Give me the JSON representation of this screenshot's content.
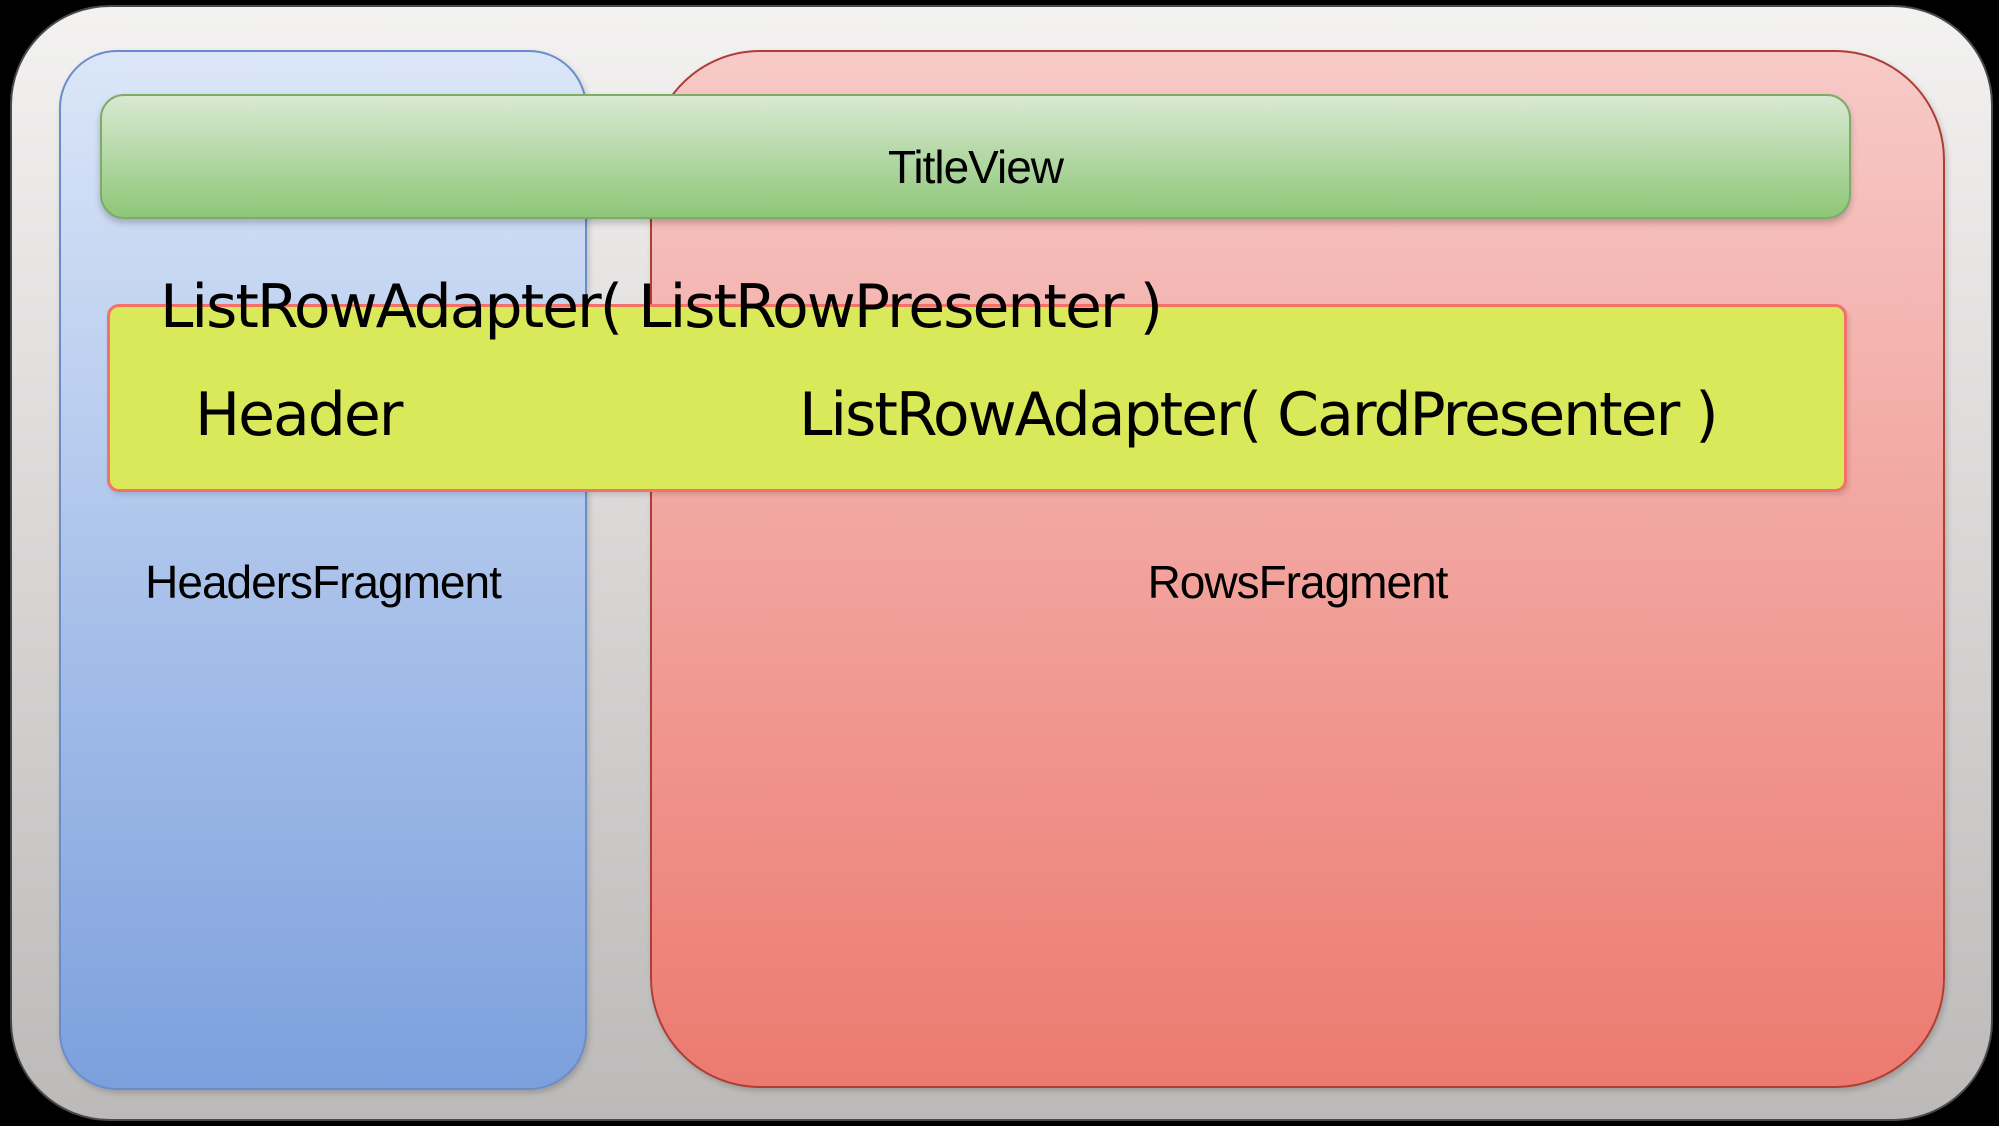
{
  "labels": {
    "title_view": "TitleView",
    "list_row_presenter_adapter": "ListRowAdapter( ListRowPresenter )",
    "header": "Header",
    "card_presenter_adapter": "ListRowAdapter( CardPresenter )",
    "headers_fragment": "HeadersFragment",
    "rows_fragment": "RowsFragment"
  },
  "colors": {
    "canvas_bg": "#000000",
    "panel_top": "#f3f2f1",
    "panel_bottom": "#bcbab9",
    "panel_border": "#4a4a4a",
    "blue_top": "#dbe6f8",
    "blue_bottom": "#7ca0dd",
    "blue_border": "#6a8cc9",
    "red_top": "#f7cac8",
    "red_bottom": "#ec7a70",
    "red_border": "#ad3d35",
    "green_top": "#d9e9d3",
    "green_bottom": "#8ec778",
    "green_border": "#80aa68",
    "yellow_fill": "#d9e95a",
    "yellow_border": "#f4716a",
    "text": "#000000"
  }
}
